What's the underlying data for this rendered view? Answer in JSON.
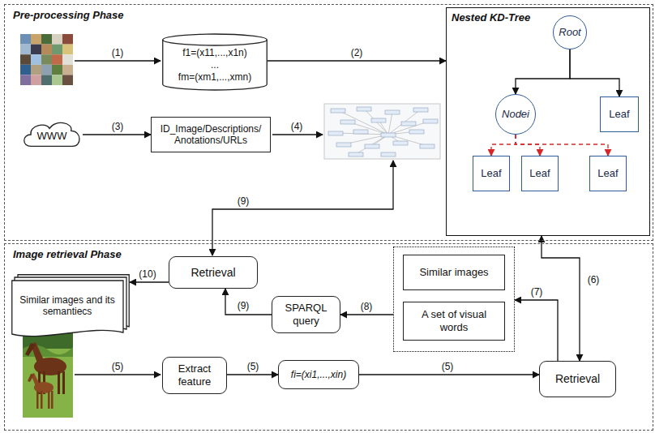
{
  "diagram": {
    "nodes": [
      {
        "text": [
          "Pre-processing Phase"
        ]
      },
      {
        "text": [
          "f1=(x11,...,x1n)",
          "...",
          "fm=(xm1,...,xmn)"
        ],
        "in": 0
      },
      {
        "text": [
          "Nested KD-Tree"
        ],
        "in": 0
      },
      {
        "text": [
          "Root"
        ],
        "in": 2
      },
      {
        "text": [
          "Nodei"
        ],
        "in": 2
      },
      {
        "text": [
          "Leaf"
        ],
        "in": 2
      },
      {
        "text": [
          "Leaf"
        ],
        "in": 2
      },
      {
        "text": [
          "Leaf"
        ],
        "in": 2
      },
      {
        "text": [
          "Leaf"
        ],
        "in": 2
      },
      {
        "text": [
          "WWW"
        ],
        "in": 0
      },
      {
        "text": [
          "ID_Image/Descriptions/ Anotations/URLs"
        ],
        "in": 0
      },
      {
        "text": [
          "Image retrieval Phase"
        ]
      },
      {
        "text": [
          "Retrieval"
        ],
        "in": 11
      },
      {
        "text": [
          "Similar images and its semantiecs"
        ],
        "in": 11
      },
      {
        "text": [
          "SPARQL query"
        ],
        "in": 11
      },
      {
        "text": [],
        "in": 11
      },
      {
        "text": [
          "Similar images"
        ],
        "in": 15
      },
      {
        "text": [
          "A set of visual words"
        ],
        "in": 15
      },
      {
        "text": [
          "Extract feature"
        ],
        "in": 11
      },
      {
        "text": [
          "fi=(xi1,...,xin)"
        ],
        "in": 11
      },
      {
        "text": [
          "Retrieval"
        ],
        "in": 11
      }
    ],
    "edges": [
      {
        "from": 1,
        "to": 2,
        "label": "(2)",
        "arrow": "to"
      },
      {
        "from": 3,
        "to": 4,
        "arrow": "to"
      },
      {
        "from": 3,
        "to": 5,
        "arrow": "to"
      },
      {
        "from": 4,
        "to": 6,
        "arrow": "to"
      },
      {
        "from": 4,
        "to": 7,
        "arrow": "to"
      },
      {
        "from": 4,
        "to": 8,
        "arrow": "to"
      },
      {
        "from": 9,
        "to": 10,
        "label": "(3)",
        "arrow": "to"
      },
      {
        "from": 18,
        "to": 19,
        "label": "(5)",
        "arrow": "to"
      },
      {
        "from": 19,
        "to": 20,
        "label": "(5)",
        "arrow": "to"
      },
      {
        "from": 2,
        "to": 20,
        "label": "(6)",
        "arrow": "both"
      },
      {
        "from": 20,
        "to": 15,
        "label": "(7)",
        "arrow": "to"
      },
      {
        "from": 15,
        "to": 14,
        "label": "(8)",
        "arrow": "to"
      },
      {
        "from": 14,
        "to": 12,
        "label": "(9)",
        "arrow": "to"
      },
      {
        "from": 12,
        "to": 13,
        "label": "(10)",
        "arrow": "to"
      }
    ],
    "labels": [
      "(1)",
      "(4)",
      "(9)",
      "(5)"
    ]
  }
}
